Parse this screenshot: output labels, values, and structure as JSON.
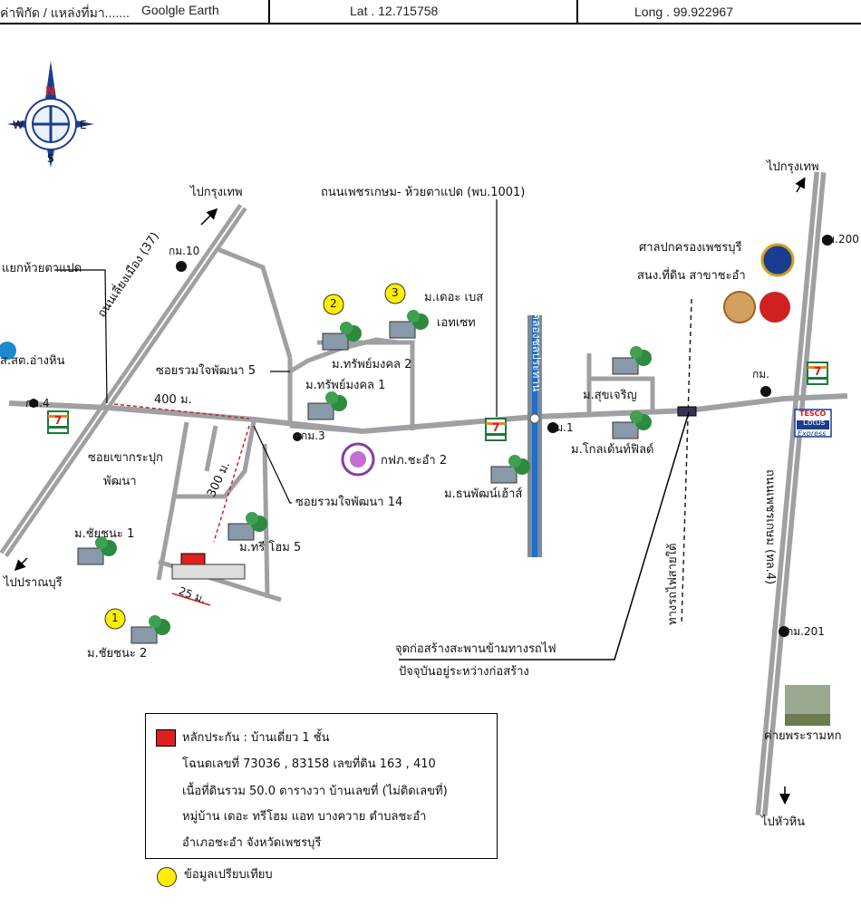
{
  "header": {
    "source_label": "ค่าพิกัด / แหล่งที่มา.......",
    "source_value": "Goolgle Earth",
    "lat": "Lat .  12.715758",
    "long": "Long .  99.922967"
  },
  "compass": {
    "n": "N",
    "s": "S",
    "e": "E",
    "w": "W",
    "icon": "compass-rose-icon"
  },
  "labels": {
    "to_bangkok_left": "ไปกรุงเทพ",
    "to_bangkok_right": "ไปกรุงเทพ",
    "to_pranburi": "ไปปราณบุรี",
    "to_huahin": "ไปหัวหิน",
    "km10": "กม.10",
    "km4": "กม.4",
    "km3": "กม.3",
    "km1": "กม.1",
    "km_right": "กม.",
    "km200": "กม.200",
    "km201": "กม.201",
    "junction": "แยกห้วยตาแปด",
    "bypass_road": "ถนนเลี่ยงเมือง (37)",
    "phetkasem_road": "ถนนเพชรเกษม (ทล.4)",
    "main_road": "ถนนเพชรเกษม- ห้วยตาแปด (พบ.1001)",
    "canal": "คลองชลประทาน",
    "railway": "ทางรถไฟสายใต้",
    "health_center": "ส.สต.อ่างหิน",
    "soi5": "ซอยรวมใจพัฒนา 5",
    "soi14": "ซอยรวมใจพัฒนา 14",
    "soi_khao": "ซอยเขากระปุก",
    "soi_khao2": "พัฒนา",
    "dist400": "400 ม.",
    "dist300": "300 ม.",
    "dist25": "25 ม.",
    "sap_mongkol2": "ม.ทรัพย์มงคล 2",
    "sap_mongkol1": "ม.ทรัพย์มงคล 1",
    "the_base": "ม.เดอะ เบส",
    "the_base2": "เอทเซท",
    "sukcharoen": "ม.สุขเจริญ",
    "golden_field": "ม.โกลเด้นท์ฟิลด์",
    "thanapat": "ม.ธนพัฒน์เฮ้าส์",
    "pea": "กฟภ.ชะอำ 2",
    "chaichana1": "ม.ชัยชนะ 1",
    "chaichana2": "ม.ชัยชนะ 2",
    "tree_home": "ม.ทรี โฮม 5",
    "court": "ศาลปกครองเพชรบุรี",
    "land_office": "สนง.ที่ดิน สาขาชะอำ",
    "camp": "ค่ายพระรามหก",
    "bridge1": "จุดก่อสร้างสะพานข้ามทางรถไฟ",
    "bridge2": "ปัจจุบันอยู่ระหว่างก่อสร้าง",
    "marker1": "1",
    "marker2": "2",
    "marker3": "3",
    "tesco": "TESCO",
    "lotus": "Lotus",
    "express": "Express",
    "seven_eleven": "7"
  },
  "legend": {
    "title": "หลักประกัน : บ้านเดี่ยว 1 ชั้น",
    "line2": "โฉนดเลขที่ 73036 , 83158  เลขที่ดิน 163 , 410",
    "line3": "เนื้อที่ดินรวม 50.0 ตารางวา บ้านเลขที่ (ไม่ติดเลขที่)",
    "line4": "หมู่บ้าน  เดอะ ทรีโฮม  แอท บางควาย ตำบลชะอำ",
    "line5": "อำเภอชะอำ จังหวัดเพชรบุรี",
    "comparison": "ข้อมูลเปรียบเทียบ",
    "collateral_color": "#e02020",
    "comparison_color": "#ffee00"
  },
  "colors": {
    "road": "#a0a0a4",
    "canal": "#1a6fd0",
    "marker": "#ffee00"
  }
}
